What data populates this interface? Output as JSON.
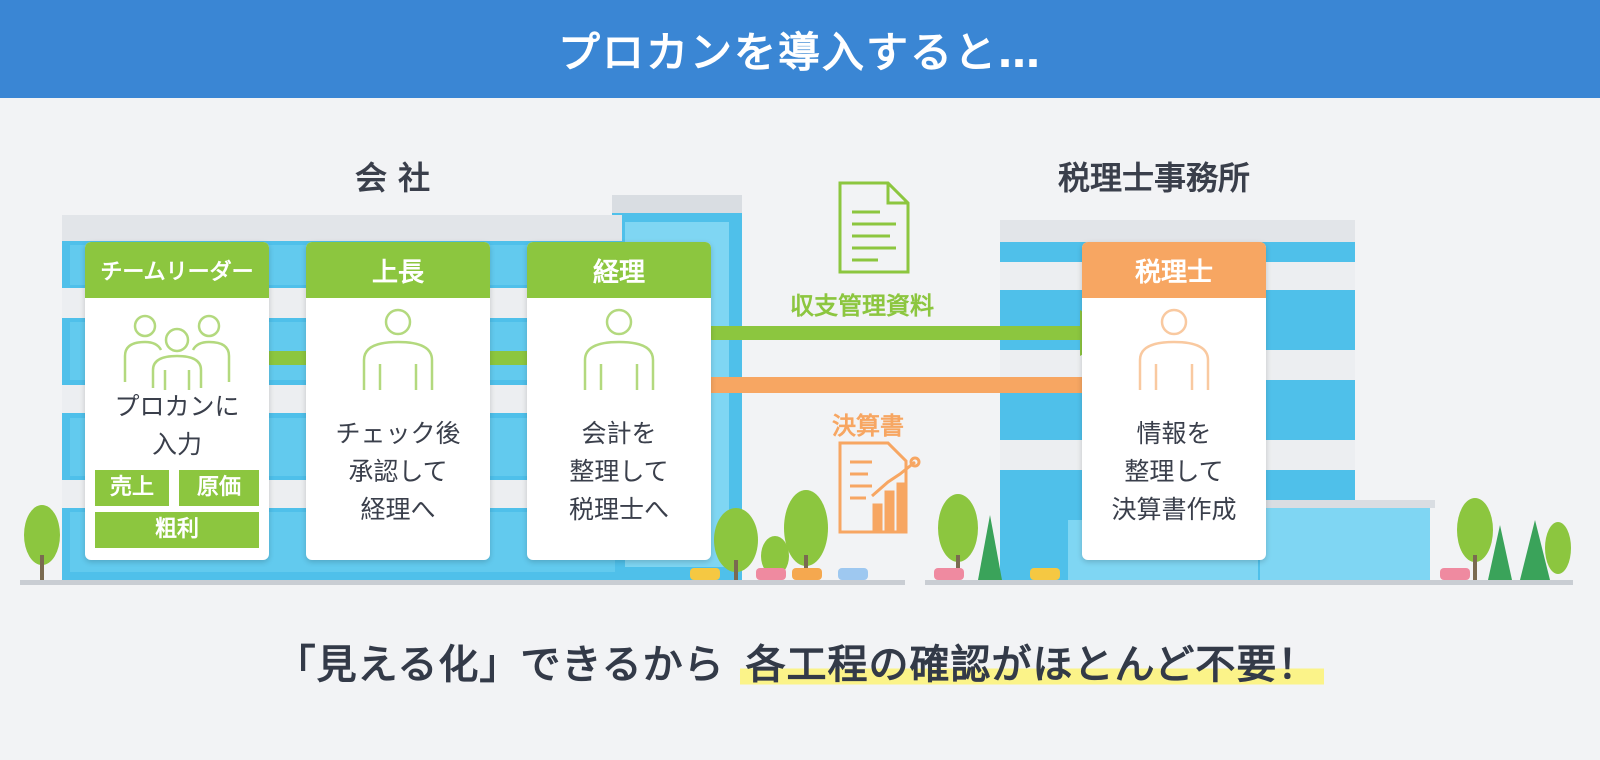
{
  "header": {
    "title": "プロカンを導入すると…"
  },
  "sections": {
    "company": "会 社",
    "tax_office": "税理士事務所"
  },
  "cards": [
    {
      "title": "チームリーダー",
      "text": [
        "プロカンに",
        "入力"
      ]
    },
    {
      "title": "上長",
      "text": [
        "チェック後",
        "承認して",
        "経理へ"
      ]
    },
    {
      "title": "経理",
      "text": [
        "会計を",
        "整理して",
        "税理士へ"
      ]
    },
    {
      "title": "税理士",
      "text": [
        "情報を",
        "整理して",
        "決算書作成"
      ]
    }
  ],
  "tags": {
    "sales": "売上",
    "cost": "原価",
    "gross_profit": "粗利"
  },
  "flows": {
    "to_tax": "収支管理資料",
    "to_company": "決算書"
  },
  "footer": {
    "prefix": "「見える化」できるから",
    "highlight": "各工程の確認がほとんど不要！"
  },
  "colors": {
    "banner": "#3a86d4",
    "green": "#8cc63f",
    "orange": "#f7a662",
    "highlight": "#fbf389"
  }
}
